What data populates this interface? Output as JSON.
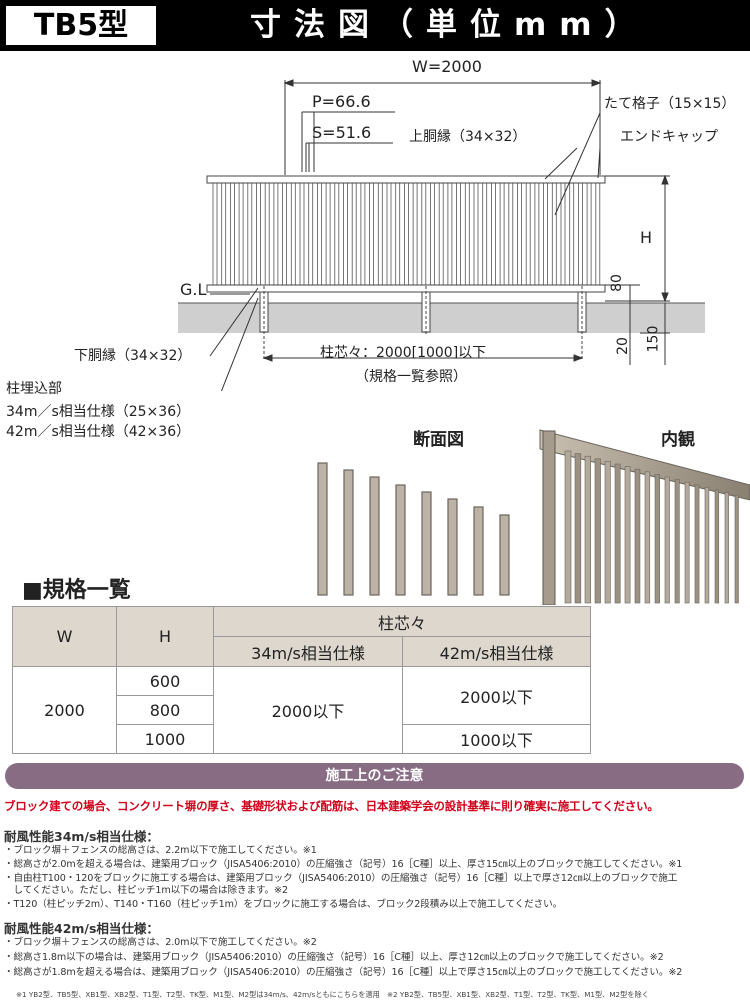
{
  "header": {
    "model": "TB5型",
    "title": "寸法図（単位mm）"
  },
  "drawing": {
    "width_label": "W=2000",
    "pitch_label": "P=66.6",
    "space_label": "S=51.6",
    "picket_label": "たて格子（15×15）",
    "top_rail_label": "上胴縁（34×32）",
    "end_cap_label": "エンドキャップ",
    "height_label": "H",
    "gl_label": "G.L",
    "dim_80": "80",
    "dim_20": "20",
    "dim_150": "150",
    "bottom_rail_label": "下胴縁（34×32）",
    "post_pitch_label": "柱芯々：2000[1000]以下",
    "post_pitch_note": "（規格一覧参照）",
    "embed_title": "柱埋込部",
    "embed_34": "34m／s相当仕様（25×36）",
    "embed_42": "42m／s相当仕様（42×36）"
  },
  "views": {
    "section_label": "断面図",
    "interior_label": "内観"
  },
  "spec_table": {
    "title": "■規格一覧",
    "col_w": "W",
    "col_h": "H",
    "col_post": "柱芯々",
    "col_34": "34m/s相当仕様",
    "col_42": "42m/s相当仕様",
    "w_value": "2000",
    "h_values": [
      "600",
      "800",
      "1000"
    ],
    "pitch_34": "2000以下",
    "pitch_42_a": "2000以下",
    "pitch_42_b": "1000以下"
  },
  "notes": {
    "banner": "施工上のご注意",
    "warning": "ブロック建ての場合、コンクリート塀の厚さ、基礎形状および配筋は、日本建築学会の設計基準に則り確実に施工してください。",
    "h34": "耐風性能34m/s相当仕様：",
    "l34": [
      "・ブロック塀＋フェンスの総高さは、2.2m以下で施工してください。※1",
      "・総高さが2.0mを超える場合は、建築用ブロック（JISA5406:2010）の圧縮強さ（記号）16［C種］以上、厚さ15㎝以上のブロックで施工してください。※1",
      "・自由柱T100・120をブロックに施工する場合は、建築用ブロック（JISA5406:2010）の圧縮強さ（記号）16［C種］以上で厚さ12㎝以上のブロックで施工",
      "　してください。ただし、柱ピッチ1m以下の場合は除きます。※2",
      "・T120（柱ピッチ2m）、T140・T160（柱ピッチ1m）をブロックに施工する場合は、ブロック2段積み以上で施工してください。"
    ],
    "h42": "耐風性能42m/s相当仕様：",
    "l42": [
      "・ブロック塀＋フェンスの総高さは、2.0m以下で施工してください。※2",
      "・総高さ1.8m以下の場合は、建築用ブロック（JISA5406:2010）の圧縮強さ（記号）16［C種］以上、厚さ12㎝以上のブロックで施工してください。※2",
      "・総高さが1.8mを超える場合は、建築用ブロック（JISA5406:2010）の圧縮強さ（記号）16［C種］以上で厚さ15㎝以上のブロックで施工してください。※2"
    ],
    "footnote": "※1 YB2型、TB5型、XB1型、XB2型、T1型、T2型、TK型、M1型、M2型は34m/s、42m/sともにこちらを適用　※2 YB2型、TB5型、XB1型、XB2型、T1型、T2型、TK型、M1型、M2型を除く"
  },
  "colors": {
    "header_bg": "#000000",
    "banner": "#886c84",
    "warning": "#d0021b",
    "table_header": "#ddd7cd",
    "ground": "#cfcfcf"
  }
}
